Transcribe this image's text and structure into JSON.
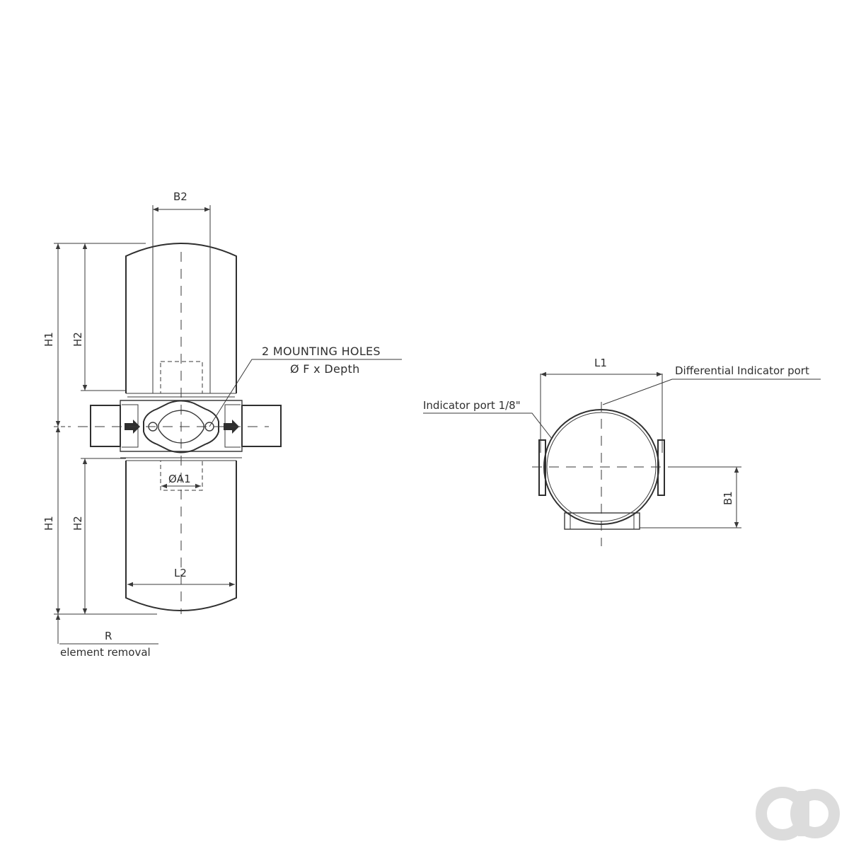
{
  "labels": {
    "b2": "B2",
    "h1_top": "H1",
    "h2_top": "H2",
    "h1_bottom": "H1",
    "h2_bottom": "H2",
    "mounting_holes": "2 MOUNTING HOLES",
    "mounting_spec": "Ø F x Depth",
    "a1": "ØA1",
    "l2": "L2",
    "r": "R",
    "element_removal": "element removal",
    "l1": "L1",
    "differential_port": "Differential Indicator port",
    "indicator_port": "Indicator port 1/8\"",
    "b1": "B1"
  },
  "logo": {
    "icon": "ao-logo-icon",
    "color": "#dcdcdc"
  }
}
